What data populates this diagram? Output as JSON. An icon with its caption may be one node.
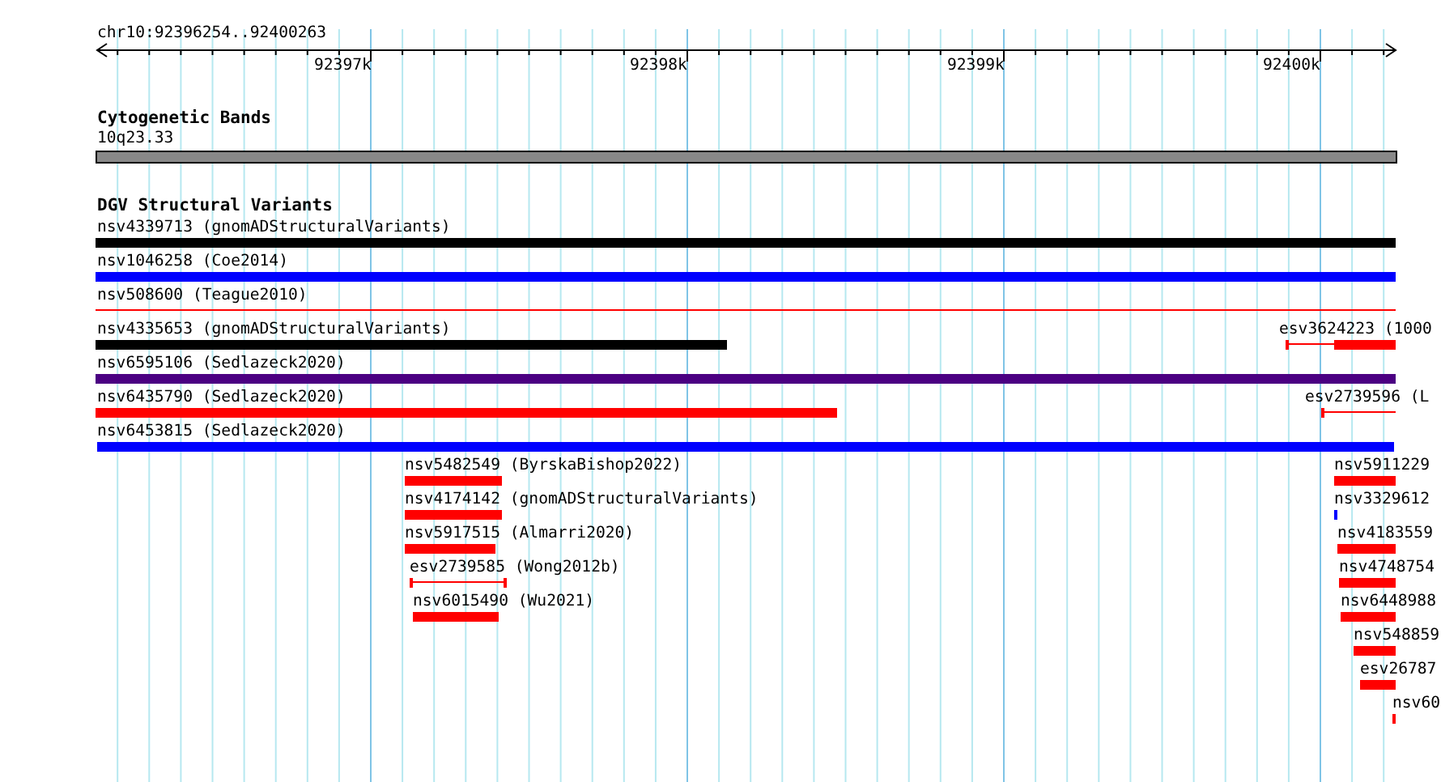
{
  "diagram": {
    "nodes": [
      {
        "text": [
          "10q23.33"
        ]
      },
      {
        "text": [
          "nsv4339713 (gnomADStructuralVariants)"
        ]
      },
      {
        "text": [
          "nsv1046258 (Coe2014)"
        ]
      },
      {
        "text": [
          "nsv508600 (Teague2010)"
        ]
      },
      {
        "text": [
          "nsv4335653 (gnomADStructuralVariants)"
        ]
      },
      {
        "text": [
          "esv3624223 (1000"
        ]
      },
      {
        "text": [
          "nsv6595106 (Sedlazeck2020)"
        ]
      },
      {
        "text": [
          "nsv6435790 (Sedlazeck2020)"
        ]
      },
      {
        "text": [
          "esv2739596 (L"
        ]
      },
      {
        "text": [
          "nsv6453815 (Sedlazeck2020)"
        ]
      },
      {
        "text": [
          "nsv5482549 (ByrskaBishop2022)"
        ]
      },
      {
        "text": [
          "nsv5911229"
        ]
      },
      {
        "text": [
          "nsv4174142 (gnomADStructuralVariants)"
        ]
      },
      {
        "text": [
          "nsv3329612"
        ]
      },
      {
        "text": [
          "nsv5917515 (Almarri2020)"
        ]
      },
      {
        "text": [
          "nsv4183559"
        ]
      },
      {
        "text": [
          "esv2739585 (Wong2012b)"
        ]
      },
      {
        "text": [
          "nsv4748754"
        ]
      },
      {
        "text": [
          "nsv6015490 (Wu2021)"
        ]
      },
      {
        "text": [
          "nsv6448988"
        ]
      },
      {
        "text": [
          "nsv548859"
        ]
      },
      {
        "text": [
          "esv26787"
        ]
      },
      {
        "text": [
          "nsv60"
        ]
      }
    ],
    "labels": [
      "chr10:92396254..92400263",
      "92397k",
      "92398k",
      "92399k",
      "92400k",
      "Cytogenetic Bands",
      "DGV Structural Variants"
    ]
  }
}
